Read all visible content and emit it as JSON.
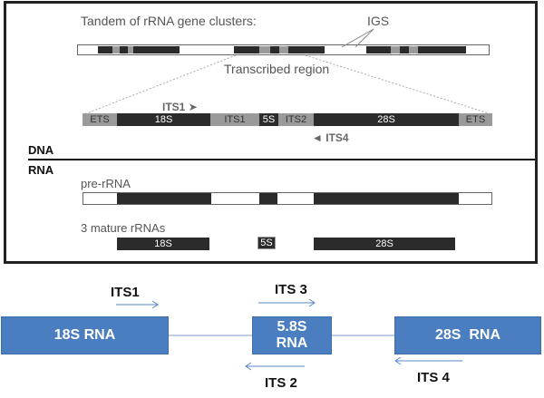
{
  "top_panel": {
    "title": "Tandem of rRNA gene clusters:",
    "igs_label": "IGS",
    "transcribed_label": "Transcribed region",
    "its1_arrow_label": "ITS1",
    "its4_arrow_label": "ITS4",
    "dna_label": "DNA",
    "rna_label": "RNA",
    "pre_rrna_label": "pre-rRNA",
    "mature_label": "3 mature rRNAs",
    "gene_segments": [
      {
        "label": "ETS"
      },
      {
        "label": "18S"
      },
      {
        "label": "ITS1"
      },
      {
        "label": "5S"
      },
      {
        "label": "ITS2"
      },
      {
        "label": "28S"
      },
      {
        "label": "ETS"
      }
    ],
    "mature": [
      {
        "label": "18S"
      },
      {
        "label": "5S"
      },
      {
        "label": "28S"
      }
    ]
  },
  "bottom_panel": {
    "box_18s": "18S RNA",
    "box_58s_line1": "5.8S",
    "box_58s_line2": "RNA",
    "box_28s": "28S  RNA",
    "its1": "ITS1",
    "its2": "ITS 2",
    "its3": "ITS 3",
    "its4": "ITS 4"
  },
  "colors": {
    "dark_segment": "#2b2b2b",
    "gray_segment": "#9a9a9a",
    "blue_box": "#4a7ec0",
    "arrow_blue": "#5a86c5"
  }
}
